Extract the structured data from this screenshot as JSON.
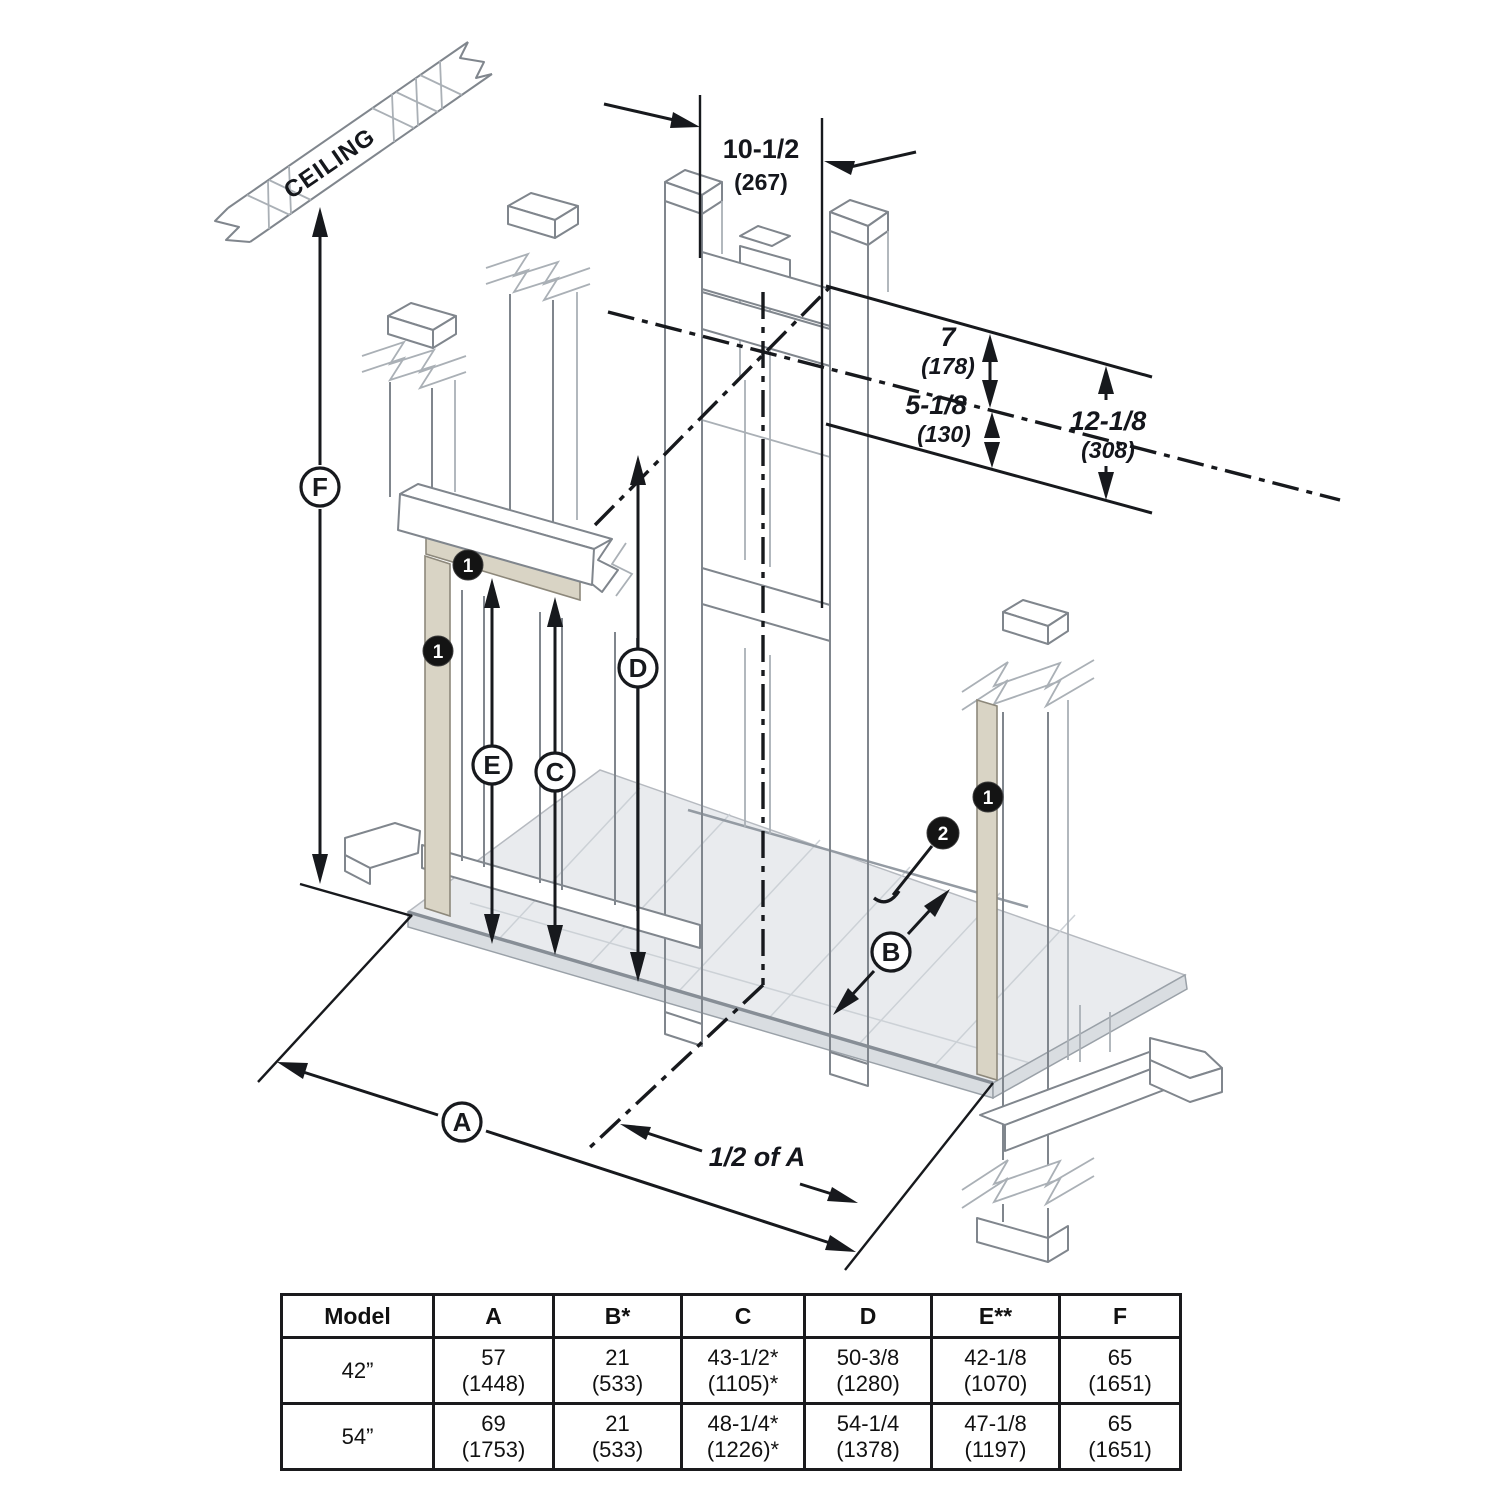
{
  "diagram": {
    "ceiling_label": "CEILING",
    "dim_top_width": {
      "value": "10-1/2",
      "metric": "(267)"
    },
    "dim_upper": {
      "value": "7",
      "metric": "(178)"
    },
    "dim_lower": {
      "value": "5-1/8",
      "metric": "(130)"
    },
    "dim_total": {
      "value": "12-1/8",
      "metric": "(308)"
    },
    "dim_half_a": "1/2 of A",
    "letters": {
      "a": "A",
      "b": "B",
      "c": "C",
      "d": "D",
      "e": "E",
      "f": "F"
    },
    "callout_one": "1",
    "callout_two": "2"
  },
  "table": {
    "headers": [
      "Model",
      "A",
      "B*",
      "C",
      "D",
      "E**",
      "F"
    ],
    "rows": [
      [
        [
          "42”"
        ],
        [
          "57",
          "(1448)"
        ],
        [
          "21",
          "(533)"
        ],
        [
          "43-1/2*",
          "(1105)*"
        ],
        [
          "50-3/8",
          "(1280)"
        ],
        [
          "42-1/8",
          "(1070)"
        ],
        [
          "65",
          "(1651)"
        ]
      ],
      [
        [
          "54”"
        ],
        [
          "69",
          "(1753)"
        ],
        [
          "21",
          "(533)"
        ],
        [
          "48-1/4*",
          "(1226)*"
        ],
        [
          "54-1/4",
          "(1378)"
        ],
        [
          "47-1/8",
          "(1197)"
        ],
        [
          "65",
          "(1651)"
        ]
      ]
    ]
  }
}
